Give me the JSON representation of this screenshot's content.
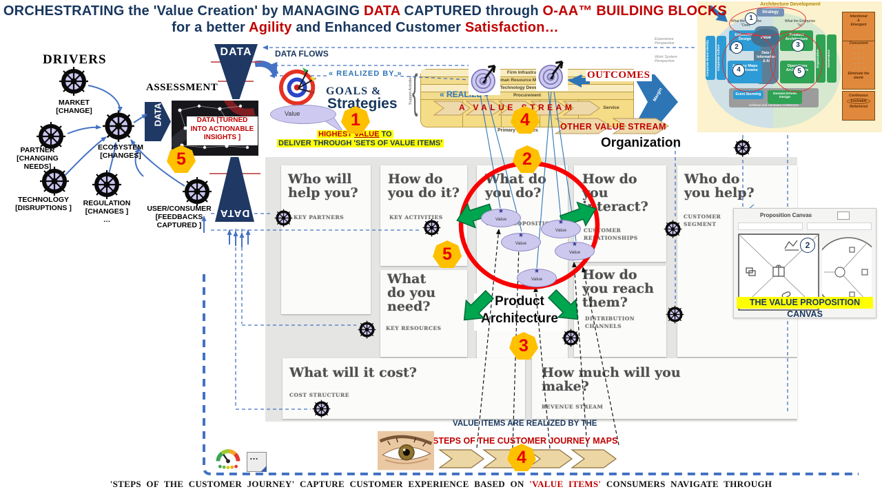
{
  "title": {
    "l1a": "ORCHESTRATING the 'Value Creation' by MANAGING ",
    "l1b": "DATA",
    "l1c": " CAPTURED through ",
    "l1d": "O-AA™ BUILDING BLOCKS",
    "l2a": "for a better ",
    "l2b": "Agility",
    "l2c": " and Enhanced Customer ",
    "l2d": "Satisfaction…"
  },
  "drivers": {
    "heading": "DRIVERS",
    "market": "MARKET\n[CHANGE]",
    "ecosystem": "ECOSYSTEM\n[CHANGES]",
    "partner": "PARTNER\n[CHANGING\nNEEDS]",
    "technology": "TECHNOLOGY\n[DISRUPTIONS ]",
    "regulation": "REGULATION\n[CHANGES ]\n…",
    "user": "USER/CONSUMER\n[FEEDBACKS\nCAPTURED ]"
  },
  "assessment": {
    "label": "ASSESSMENT",
    "data_tag": "DATA",
    "insight": "DATA [TURNED\nINTO ACTIONABLE\nINSIGHTS ]"
  },
  "flows": {
    "data_flows": "DATA FLOWS",
    "realized_by": "« REALIZED BY »",
    "realize": "« REALIZE »",
    "outcomes": "OUTCOMES"
  },
  "funnel": {
    "top": "DATA",
    "bottom": "DATA"
  },
  "goals": {
    "g1": "GOALS &",
    "g2": "Strategies",
    "value": "Value",
    "h1a": "HIGHEST",
    "h1b": "VALUE",
    "h1c": " TO",
    "h2": "DELIVER  THROUGH 'SETS OF VALUE ITEMS'"
  },
  "chain": {
    "brace": "{",
    "support_label": "Support Activities",
    "rows": [
      "Firm Infrastructure",
      "Human Resource Management",
      "Technology Development",
      "Procurement"
    ],
    "primary_label": "Primary Activities",
    "service": "Service",
    "margin": "Margin",
    "stream1": "A VALUE STREAM",
    "stream2": "OTHER VALUE STREAM",
    "organization": "Organization",
    "persp1": "Experience\nPerspective",
    "persp2": "Work System\nPerspective"
  },
  "badges": {
    "n1": "1",
    "n2": "2",
    "n3": "3",
    "n4": "4",
    "n5": "5"
  },
  "bmc": {
    "kp_q": "Who will\nhelp you?",
    "kp_l": "KEY PARTNERS",
    "ka_q": "How do\nyou do it?",
    "ka_l": "KEY ACTIVITIES",
    "vp_q": "What do\nyou do?",
    "vp_l": "VALUE PROPOSITIONS",
    "cr_q": "How do\nyou\ninteract?",
    "cr_l": "CUSTOMER\nRELATIONSHIPS",
    "cs_q": "Who do\nyou help?",
    "cs_l": "CUSTOMER\nSEGMENT",
    "kr_q": "What\ndo you\nneed?",
    "kr_l": "KEY RESOURCES",
    "dc_q": "How do\nyou reach\nthem?",
    "dc_l": "DISTRIBUTION\nCHANNELS",
    "cost_q": "What will it cost?",
    "cost_l": "COST STRUCTURE",
    "rev_q": "How much will you\nmake?",
    "rev_l": "REVENUE STREAM"
  },
  "bubble": {
    "star": "*",
    "label": "Value"
  },
  "product_arch": "Product\nArchitecture",
  "vpc": {
    "header": "Proposition Canvas",
    "num": "2",
    "label": "THE VALUE PROPOSITION CANVAS"
  },
  "journey": {
    "line1": "VALUE ITEMS ARE REALIZED BY THE",
    "line2": "STEPS OF THE CUSTOMER JOURNEY MAPS"
  },
  "caption": {
    "a": "'STEPS  OF  THE  CUSTOMER  JOURNEY'  CAPTURE  CUSTOMER  EXPERIENCE  BASED ON ",
    "b": "'VALUE ITEMS'",
    "c": " CONSUMERS  NAVIGATE  THROUGH"
  },
  "note": {
    "dots": "…"
  },
  "oaa": {
    "title": "Architecture Development",
    "strategy": "Strategy",
    "does": "What the Enterprise\n\"Does\"",
    "is": "What the Enterprise\n\"Is\"",
    "experience": "Experience\nDesign",
    "journey_maps": "Journey Maps\nValue Streams",
    "brand": "Corporate Brand Identity",
    "culture": "Corporate Culture",
    "product": "Product\nArchitecture",
    "operations": "Operations\nArchitecture",
    "organization": "Organization",
    "governance": "Governance",
    "value": "Value",
    "data_ai": "Data /\nInformation\n& AI",
    "event": "Event Storming",
    "ddd": "Domain-Driven\nDesign",
    "software": "Software and Hardware  Architecture",
    "side1": "Intentional\n&\nEmergent",
    "side2a": "Concurrent",
    "side2_arrows": "→ → →\n→ → →\n→ → →\n→ → →\n→ → →",
    "side2b": "Eliminate the\nwaste",
    "side3a": "Continuous",
    "side3b": "Evolvable",
    "side3c": "Refactored"
  },
  "colors": {
    "navy": "#17365d",
    "red": "#c00000",
    "accent_blue": "#4472c4",
    "orange_badge": "#ffc000",
    "chain_yellow": "#f2d97a",
    "green_arrow": "#00a550",
    "bubble_purple": "#ccc8ee",
    "highlight_yellow": "#ffff00"
  }
}
